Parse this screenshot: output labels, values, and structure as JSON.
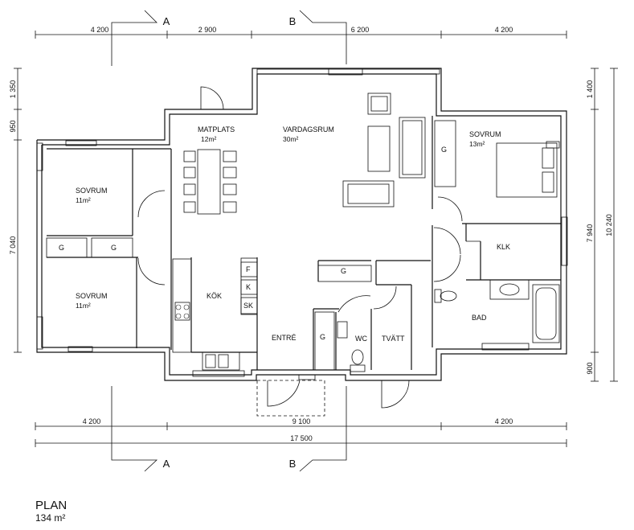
{
  "title": "PLAN",
  "area_text": "134 m²",
  "dimensions": {
    "top": [
      "4 200",
      "2 900",
      "6 200",
      "4 200"
    ],
    "bottom": [
      "4 200",
      "9 100",
      "4 200"
    ],
    "overall": "17 500",
    "left": [
      "1 350",
      "950",
      "7 040"
    ],
    "right": [
      "1 400",
      "7 940",
      "900"
    ],
    "right_overall": "10 240"
  },
  "sections": {
    "a": "A",
    "b": "B"
  },
  "rooms": {
    "matplats": {
      "name": "MATPLATS",
      "area": "12m²"
    },
    "vardagsrum": {
      "name": "VARDAGSRUM",
      "area": "30m²"
    },
    "sovrum_ne": {
      "name": "SOVRUM",
      "area": "13m²"
    },
    "sovrum_w1": {
      "name": "SOVRUM",
      "area": "11m²"
    },
    "sovrum_w2": {
      "name": "SOVRUM",
      "area": "11m²"
    },
    "kok": {
      "name": "KÖK"
    },
    "klk": {
      "name": "KLK"
    },
    "bad": {
      "name": "BAD"
    },
    "entre": {
      "name": "ENTRÉ"
    },
    "wc": {
      "name": "WC"
    },
    "tvatt": {
      "name": "TVÄTT"
    }
  },
  "fixtures": {
    "g": "G",
    "f": "F",
    "k": "K",
    "sk": "SK"
  }
}
